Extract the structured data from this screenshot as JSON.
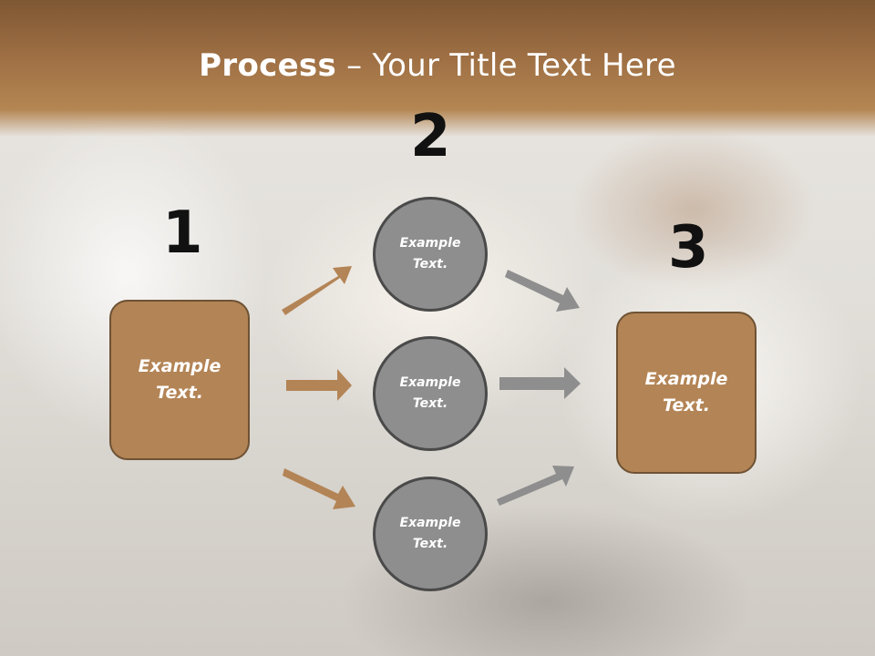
{
  "title": {
    "bold": "Process",
    "rest": " – Your Title Text Here"
  },
  "steps": {
    "one": "1",
    "two": "2",
    "three": "3"
  },
  "left_box": {
    "line1": "Example",
    "line2": "Text."
  },
  "right_box": {
    "line1": "Example",
    "line2": "Text."
  },
  "circles": [
    {
      "line1": "Example",
      "line2": "Text."
    },
    {
      "line1": "Example",
      "line2": "Text."
    },
    {
      "line1": "Example",
      "line2": "Text."
    }
  ],
  "colors": {
    "box": "#b38455",
    "circle": "#8e8e8e",
    "arrow_in": "#b38455",
    "arrow_out": "#8e8e8e",
    "header": "#9d6e43"
  }
}
